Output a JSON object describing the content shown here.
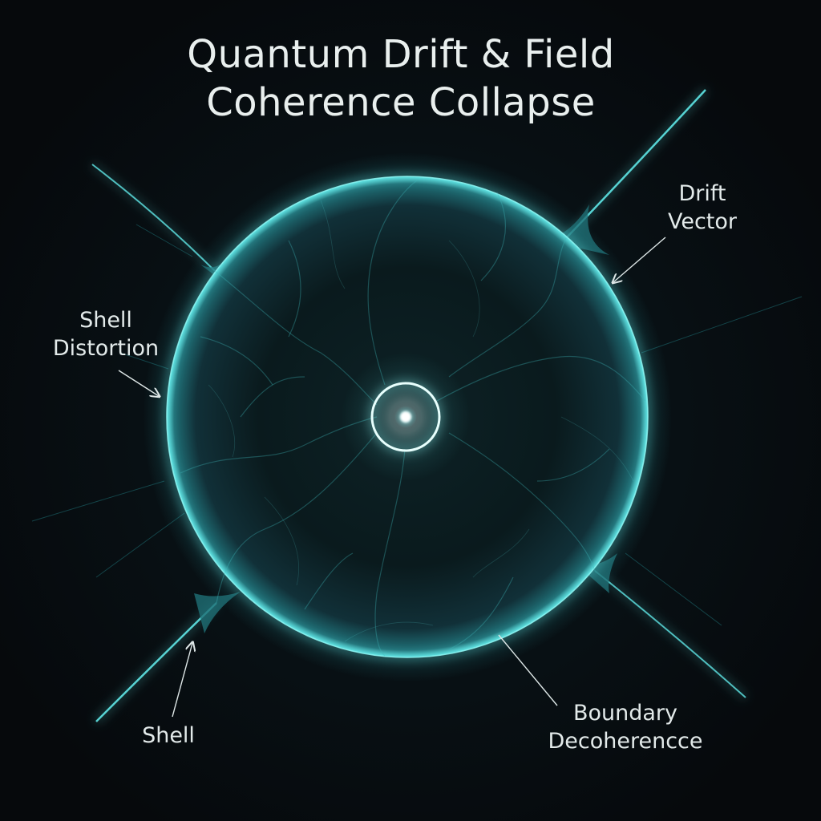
{
  "title": {
    "line1": "Quantum Drift & Field",
    "line2": "Coherence Collapse"
  },
  "labels": {
    "drift_vector": {
      "line1": "Drift",
      "line2": "Vector"
    },
    "shell_distortion": {
      "line1": "Shell",
      "line2": "Distortion"
    },
    "shell": {
      "line1": "Shell"
    },
    "boundary_decoherence": {
      "line1": "Boundary",
      "line2": "Decoherencce"
    }
  },
  "colors": {
    "background": "#070b0e",
    "glow": "#5fe6e6",
    "glow_soft": "#2aa6ad",
    "text": "#e3eaea",
    "core": "#ffffff"
  },
  "icons": {
    "core": "glowing-ring-with-bright-center",
    "arrows": "thin-pointer-arrows"
  }
}
